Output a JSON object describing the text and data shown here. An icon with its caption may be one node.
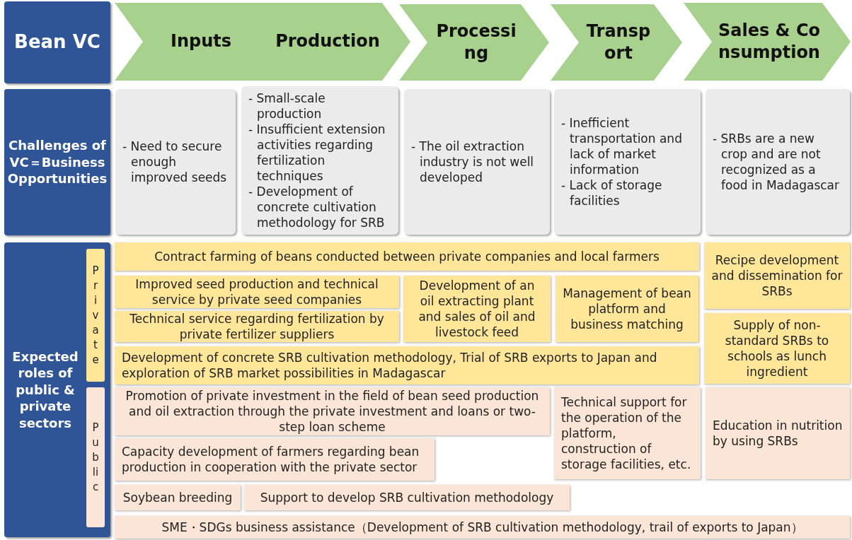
{
  "diagram": {
    "nodes": [
      {
        "text": [
          "Bean VC"
        ]
      },
      {
        "text": [
          "Inputs"
        ]
      },
      {
        "text": [
          "Production"
        ]
      },
      {
        "text": [
          "Processing"
        ]
      },
      {
        "text": [
          "Transport"
        ]
      },
      {
        "text": [
          "Sales & Consumption"
        ]
      },
      {
        "text": [
          "Challenges of VC＝Business Opportunities"
        ]
      },
      {
        "text": [
          "- Need to secure enough improved seeds"
        ]
      },
      {
        "text": [
          "- Small-scale production",
          "- Insufficient extension activities regarding fertilization techniques",
          "- Development of concrete cultivation methodology for SRB"
        ]
      },
      {
        "text": [
          "- The oil extraction industry is not well developed"
        ]
      },
      {
        "text": [
          "- Inefficient transportation and lack of market information",
          "- Lack of storage facilities"
        ]
      },
      {
        "text": [
          "- SRBs are a new crop and are not recognized as a food in Madagascar"
        ]
      },
      {
        "text": [
          "Expected roles of public & private sectors"
        ]
      },
      {
        "text": [
          "Private"
        ],
        "in": 12
      },
      {
        "text": [
          "Public"
        ],
        "in": 12
      },
      {
        "text": [
          "Contract farming of beans conducted between private companies and local farmers"
        ]
      },
      {
        "text": [
          "Recipe development and dissemination for SRBs"
        ]
      },
      {
        "text": [
          "Improved seed production and technical service by private seed companies"
        ]
      },
      {
        "text": [
          "Development of an oil extracting plant and sales of oil and livestock feed"
        ]
      },
      {
        "text": [
          "Management of bean platform and business matching"
        ]
      },
      {
        "text": [
          "Technical service regarding fertilization by private fertilizer suppliers"
        ]
      },
      {
        "text": [
          "Supply of non-standard SRBs to schools as lunch ingredient"
        ]
      },
      {
        "text": [
          "Development of concrete SRB cultivation methodology, Trial of SRB exports to Japan and exploration of SRB market possibilities in Madagascar"
        ]
      },
      {
        "text": [
          "Promotion of private investment in the field of bean seed production and oil extraction through the private investment and loans  or two-step loan scheme"
        ]
      },
      {
        "text": [
          "Technical support for the operation of the platform, construction of storage facilities, etc."
        ]
      },
      {
        "text": [
          "Education in nutrition by using SRBs"
        ]
      },
      {
        "text": [
          "Capacity development of farmers regarding bean production in cooperation with the private sector"
        ]
      },
      {
        "text": [
          "Soybean breeding"
        ]
      },
      {
        "text": [
          "Support to develop SRB cultivation methodology"
        ]
      },
      {
        "text": [
          "SME・SDGs business assistance（Development of SRB cultivation methodology, trail of exports to Japan）"
        ]
      }
    ]
  }
}
